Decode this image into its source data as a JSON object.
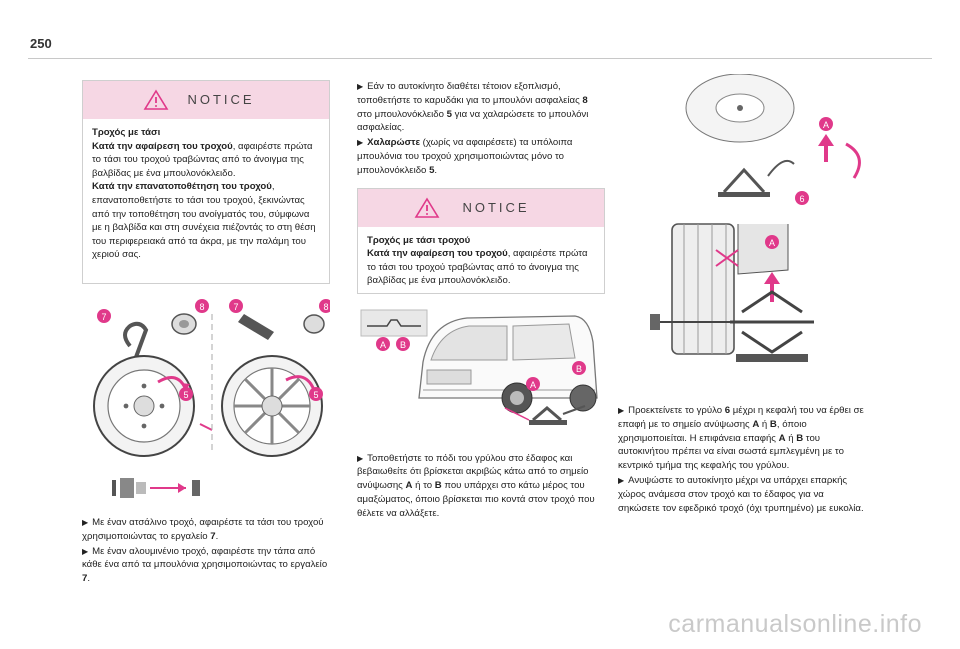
{
  "page": {
    "number": "250"
  },
  "notice1": {
    "title": "NOTICE",
    "h1": "Τροχός με τάσι",
    "h2a": "Κατά την αφαίρεση του τροχού",
    "t2a": ", αφαιρέστε πρώτα το τάσι του τροχού τραβώντας από το άνοιγμα της βαλβίδας με ένα μπουλονόκλειδο.",
    "h3a": "Κατά την επανατοποθέτηση του τροχού",
    "t3a": ", επανατοποθετήστε το τάσι του τροχού, ξεκινώντας από την τοποθέτηση του ανοίγματός του, σύμφωνα με η βαλβίδα και στη συνέχεια πιέζοντάς το στη θέση του περιφερειακά από τα άκρα, με την παλάμη του χεριού σας."
  },
  "figure1": {
    "labels": {
      "seven": "7",
      "eight": "8",
      "five": "5"
    }
  },
  "col1_text": {
    "b1a": "Με έναν ατσάλινο τροχό, αφαιρέστε τα τάσι του τροχού χρησιμοποιώντας το εργαλείο ",
    "b1n": "7",
    "b1e": ".",
    "b2a": "Με έναν αλουμινένιο τροχό, αφαιρέστε την τάπα από κάθε ένα από τα μπουλόνια χρησιμοποιώντας το εργαλείο ",
    "b2n": "7",
    "b2e": "."
  },
  "col2_text": {
    "b1a": "Εάν το αυτοκίνητο διαθέτει τέτοιον εξοπλισμό, τοποθετήστε το καρυδάκι για το μπουλόνι ασφαλείας ",
    "b1n": "8",
    "b1m": " στο μπουλονόκλειδο ",
    "b1n2": "5",
    "b1e": " για να χαλαρώσετε το μπουλόνι ασφαλείας.",
    "b2h": "Χαλαρώστε",
    "b2a": " (χωρίς να αφαιρέσετε) τα υπόλοιπα μπουλόνια του τροχού χρησιμοποιώντας μόνο το μπουλονόκλειδο ",
    "b2n": "5",
    "b2e": "."
  },
  "notice2": {
    "title": "NOTICE",
    "h1": "Τροχός με τάσι τροχού",
    "h2": "Κατά την αφαίρεση του τροχού",
    "t2": ", αφαιρέστε πρώτα το τάσι του τροχού τραβώντας από το άνοιγμα της βαλβίδας με ένα μπουλονόκλειδο."
  },
  "figure2": {
    "labels": {
      "a": "A",
      "b": "B"
    }
  },
  "col2_text2": {
    "b1a": "Τοποθετήστε το πόδι του γρύλου στο έδαφος και βεβαιωθείτε ότι βρίσκεται ακριβώς κάτω από το σημείο ανύψωσης ",
    "b1A": "A",
    "b1m": " ή το ",
    "b1B": "B",
    "b1e": " που υπάρχει στο κάτω μέρος του αμαξώματος, όποιο βρίσκεται πιο κοντά στον τροχό που θέλετε να αλλάξετε."
  },
  "figure3": {
    "labels": {
      "a": "A",
      "six": "6"
    }
  },
  "col3_text": {
    "b1a": "Προεκτείνετε το γρύλο ",
    "b1n": "6",
    "b1m": " μέχρι η κεφαλή του να έρθει σε επαφή με το σημείο ανύψωσης ",
    "b1A": "A",
    "b1m2": " ή ",
    "b1B": "B",
    "b1m3": ", όποιο χρησιμοποιείται. Η επιφάνεια επαφής ",
    "b1A2": "A",
    "b1m4": " ή ",
    "b1B2": "B",
    "b1e": " του αυτοκινήτου πρέπει να είναι σωστά εμπλεγμένη με το κεντρικό τμήμα της κεφαλής του γρύλου.",
    "b2a": "Ανυψώστε το αυτοκίνητο μέχρι να υπάρχει επαρκής χώρος ανάμεσα στον τροχό και το έδαφος για να σηκώσετε τον εφεδρικό τροχό (όχι τρυπημένο) με ευκολία."
  },
  "watermark": "carmanualsonline.info",
  "colors": {
    "notice_header": "#f6d7e4",
    "callout": "#e0398a",
    "warning": "#e0398a"
  }
}
